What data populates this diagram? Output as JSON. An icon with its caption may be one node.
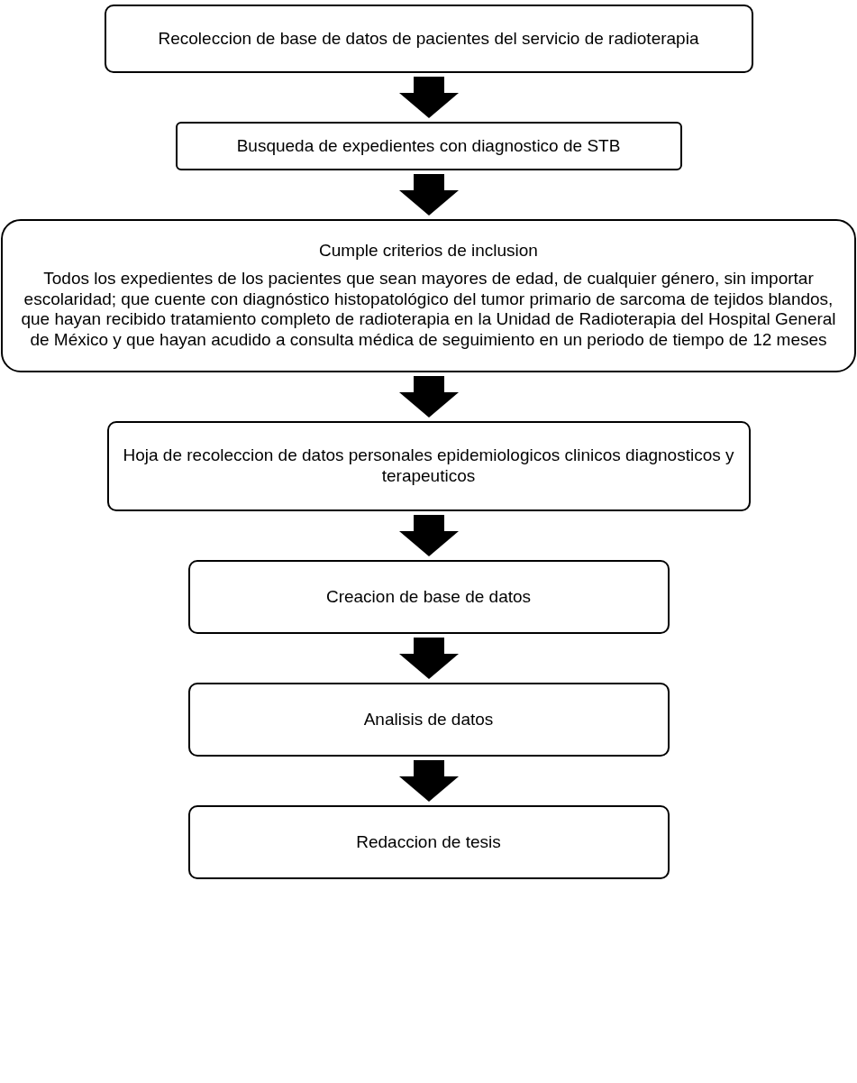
{
  "diagram": {
    "nodes": [
      {
        "text": [
          "Recoleccion de base de datos de pacientes del servicio de radioterapia"
        ]
      },
      {
        "text": [
          "Busqueda de expedientes con diagnostico de STB"
        ]
      },
      {
        "text": [
          "Cumple criterios de inclusion",
          "Todos los expedientes de los pacientes que sean mayores de edad, de cualquier género, sin importar escolaridad; que cuente con diagnóstico histopatológico del tumor primario de sarcoma de tejidos blandos, que hayan recibido tratamiento completo de radioterapia en la Unidad de Radioterapia del Hospital General de México y que hayan acudido a consulta médica de seguimiento en un periodo de tiempo de 12 meses"
        ]
      },
      {
        "text": [
          "Hoja de recoleccion de datos personales epidemiologicos clinicos diagnosticos y terapeuticos"
        ]
      },
      {
        "text": [
          "Creacion de base de datos"
        ]
      },
      {
        "text": [
          "Analisis de datos"
        ]
      },
      {
        "text": [
          "Redaccion de tesis"
        ]
      }
    ],
    "edges": [
      {
        "from": 0,
        "to": 1,
        "arrow": "to"
      },
      {
        "from": 1,
        "to": 2,
        "arrow": "to"
      },
      {
        "from": 2,
        "to": 3,
        "arrow": "to"
      },
      {
        "from": 3,
        "to": 4,
        "arrow": "to"
      },
      {
        "from": 4,
        "to": 5,
        "arrow": "to"
      },
      {
        "from": 5,
        "to": 6,
        "arrow": "to"
      }
    ]
  }
}
